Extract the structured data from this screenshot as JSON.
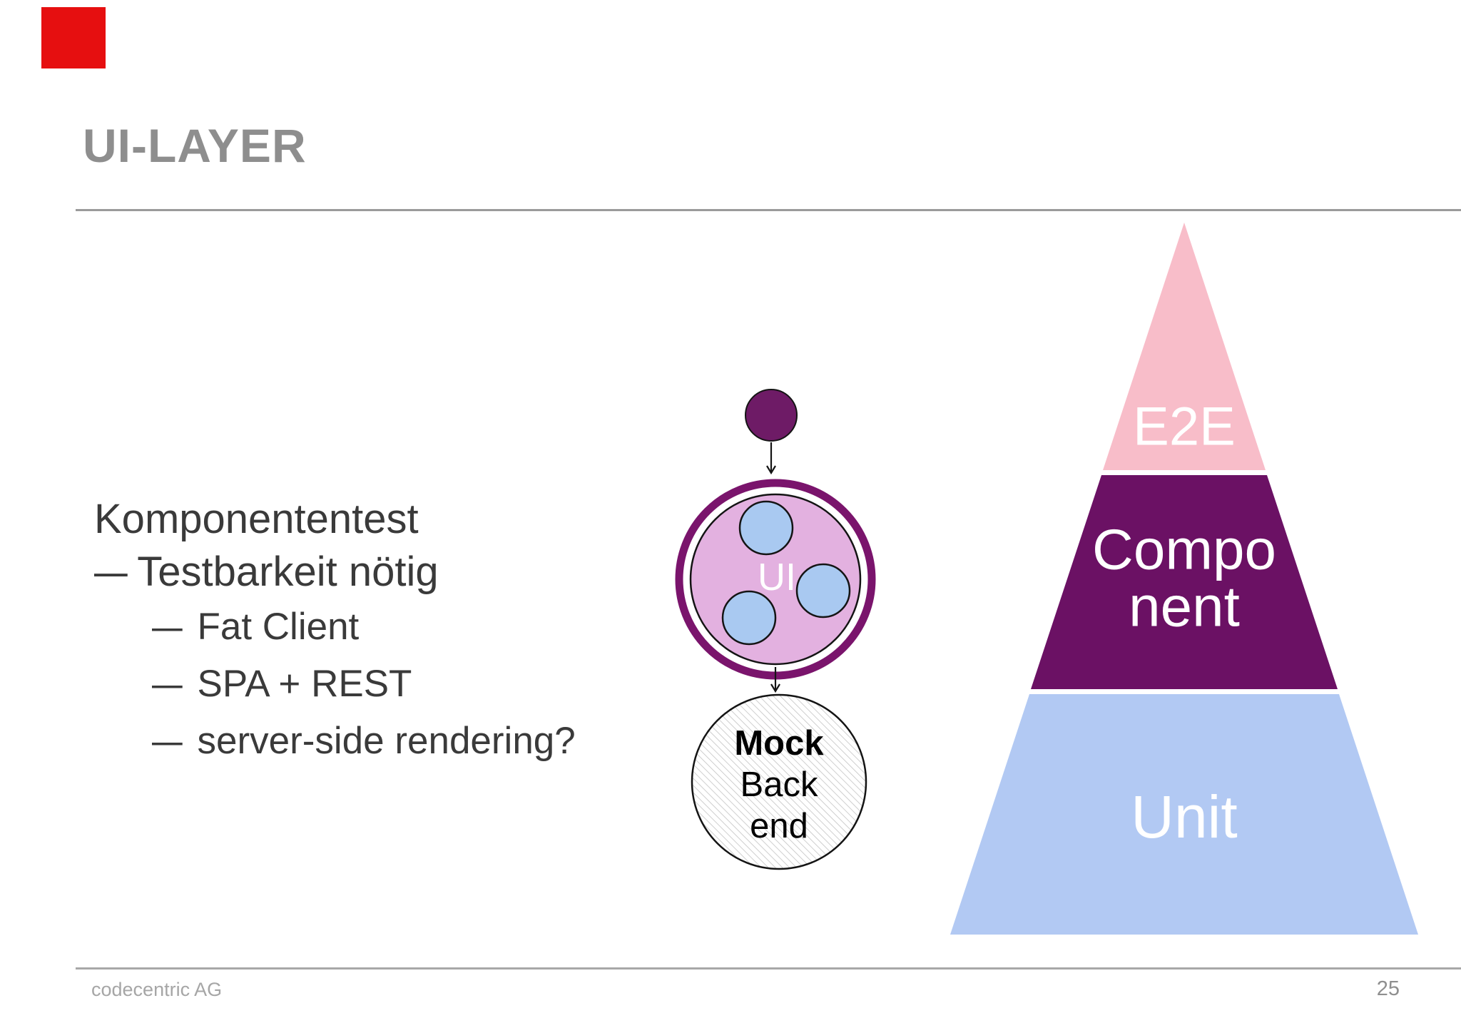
{
  "slide": {
    "title": "UI-LAYER",
    "content": {
      "heading": "Komponententest",
      "bullets": [
        {
          "dash": "–",
          "label": "Testbarkeit nötig"
        },
        {
          "dash": "–",
          "label": "Fat Client"
        },
        {
          "dash": "–",
          "label": "SPA + REST"
        },
        {
          "dash": "–",
          "label": "server-side rendering?"
        }
      ]
    }
  },
  "diagram": {
    "ui_label": "UI",
    "mock_backend_lines": [
      "Mock",
      "Back",
      "end"
    ]
  },
  "pyramid": {
    "layers": [
      {
        "name": "E2E",
        "lines": [
          "E2E"
        ],
        "color": "#f8bdc9"
      },
      {
        "name": "Component",
        "lines": [
          "Compo",
          "nent"
        ],
        "color": "#6b1164"
      },
      {
        "name": "Unit",
        "lines": [
          "Unit"
        ],
        "color": "#b2c9f3"
      }
    ]
  },
  "footer": {
    "company": "codecentric AG",
    "page_number": "25"
  },
  "colors": {
    "accent_red": "#e60f10",
    "title_gray": "#8e8e8e",
    "body_text": "#3a3a3a",
    "node_purple": "#6e1b66",
    "ring_purple": "#7a146c",
    "inner_pink": "#e3b1e0",
    "dependency_blue": "#a9c9f1",
    "component_purple": "#6b1164",
    "e2e_pink": "#f8bdc9",
    "unit_blue": "#b2c9f3"
  }
}
